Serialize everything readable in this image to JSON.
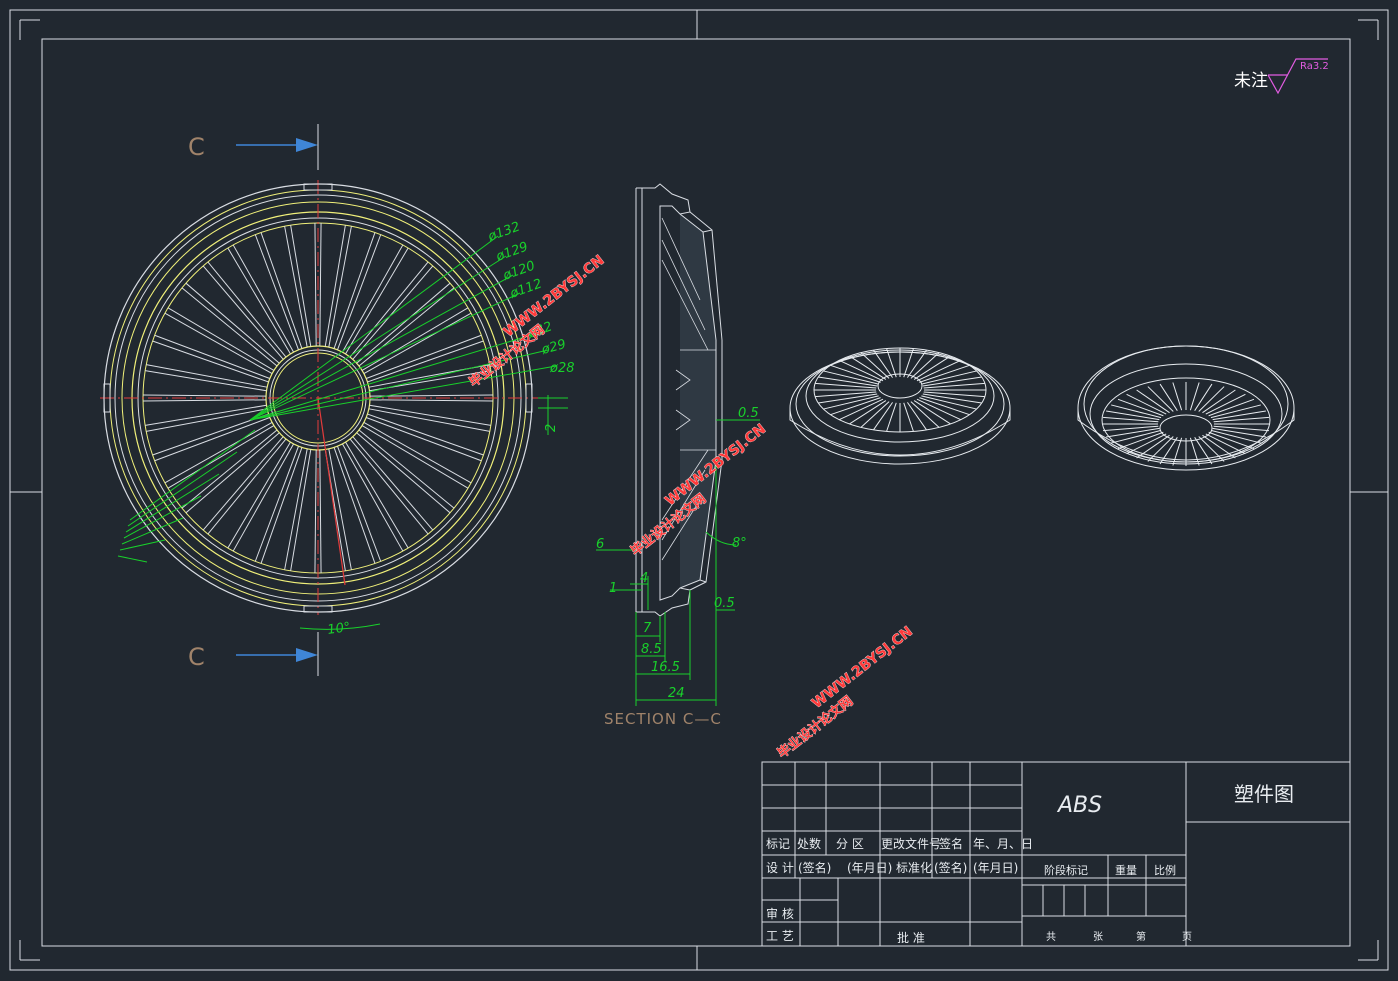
{
  "surface_note": {
    "label": "未注",
    "roughness": "Ra3.2"
  },
  "section_marker": {
    "letter_top": "C",
    "letter_bottom": "C",
    "title": "SECTION C—C"
  },
  "front_view_dims": {
    "diameters": [
      "ø132",
      "ø129",
      "ø120",
      "ø112",
      "ø32",
      "ø29",
      "ø28"
    ],
    "offset": "2",
    "angle": "10°"
  },
  "section_dims": {
    "top_thickness": "0.5",
    "bottom_thickness": "0.5",
    "angle": "8°",
    "left_six": "6",
    "one": "1",
    "four": "4",
    "seven": "7",
    "eight_five": "8.5",
    "sixteen_five": "16.5",
    "total": "24"
  },
  "watermarks": [
    {
      "url": "WWW.2BYSJ.CN",
      "name": "毕业设计论文网"
    },
    {
      "url": "WWW.2BYSJ.CN",
      "name": "毕业设计论文网"
    },
    {
      "url": "WWW.2BYSJ.CN",
      "name": "毕业设计论文网"
    }
  ],
  "title_block": {
    "material": "ABS",
    "drawing_name": "塑件图",
    "headers": [
      "标记",
      "处数",
      "分 区",
      "更改文件号",
      "签名",
      "年、月、日"
    ],
    "design_row": [
      "设 计",
      "(签名)",
      "(年月日)",
      "标准化",
      "(签名)",
      "(年月日)"
    ],
    "stage_mark": "阶段标记",
    "weight": "重量",
    "scale": "比例",
    "review": "审 核",
    "process": "工 艺",
    "approve": "批 准",
    "sheets": [
      "共",
      "张",
      "第",
      "页"
    ]
  },
  "colors": {
    "background": "#212830",
    "frame": "#d9dde3",
    "yellow": "#f0f07a",
    "green": "#19d12b",
    "red": "#e23b3b",
    "magenta": "#e15ce1",
    "marker_text": "#a0836a"
  }
}
